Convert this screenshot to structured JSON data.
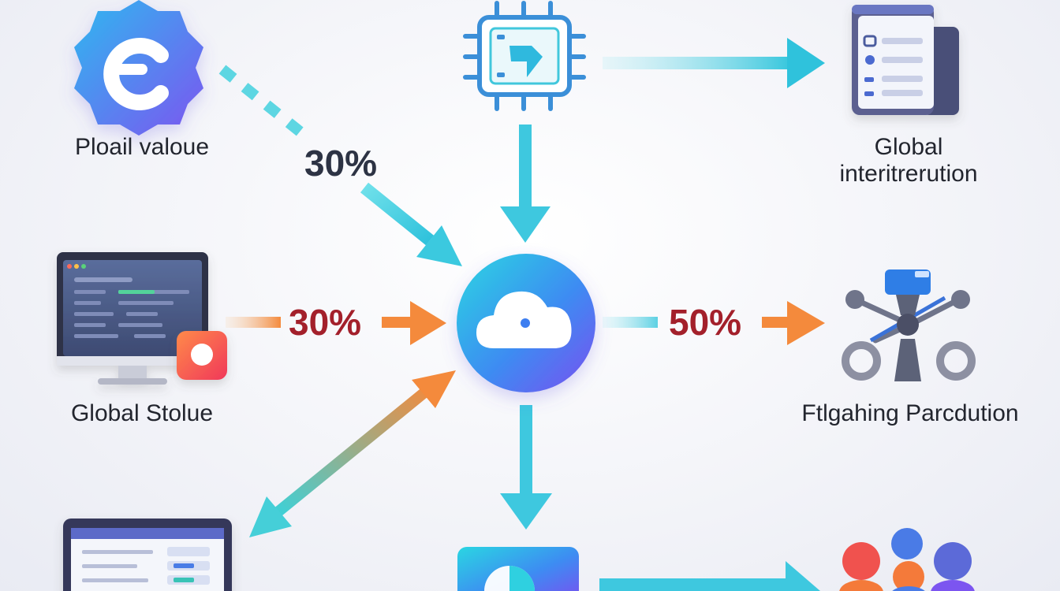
{
  "nodes": {
    "top_left": {
      "label": "Ploail valoue",
      "icon": "gear-c-icon"
    },
    "top_center": {
      "icon": "processor-chip-icon"
    },
    "top_right": {
      "label_line1": "Global",
      "label_line2": "interitreruti­on",
      "icon": "document-list-icon"
    },
    "middle_left": {
      "label": "Global Stolue",
      "icon": "monitor-icon"
    },
    "center": {
      "icon": "cloud-icon"
    },
    "middle_right": {
      "label": "Ftlgahing Parcdution",
      "icon": "network-hub-icon"
    },
    "bottom_left": {
      "icon": "laptop-icon"
    },
    "bottom_center": {
      "icon": "pie-chart-icon"
    },
    "bottom_right": {
      "icon": "people-group-icon"
    }
  },
  "edges": {
    "top_left_to_center": {
      "label": "30%"
    },
    "middle_left_to_center": {
      "label": "30%"
    },
    "center_to_middle_right": {
      "label": "50%"
    }
  },
  "colors": {
    "teal": "#35c6dd",
    "orange": "#f48a3c",
    "dark_label": "#2d3344",
    "red_label": "#a3202b"
  }
}
